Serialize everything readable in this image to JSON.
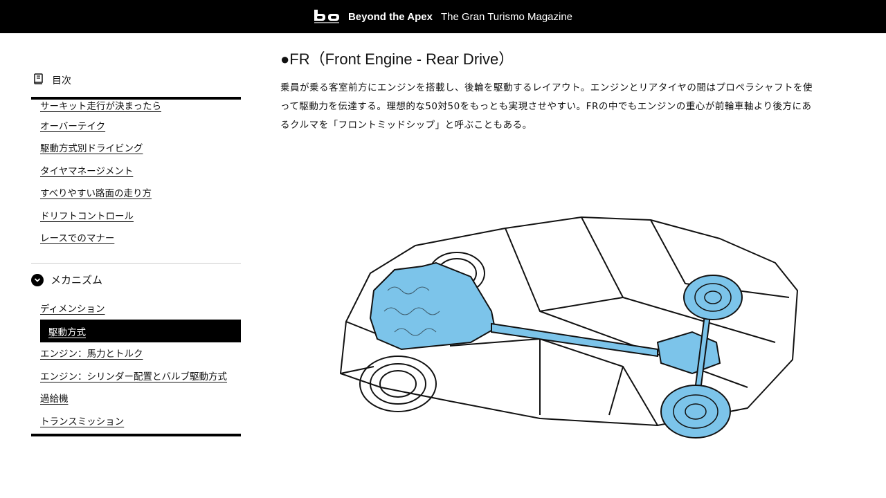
{
  "header": {
    "logo_text": "ba",
    "brand_name": "Beyond the Apex",
    "brand_sub": "The Gran Turismo Magazine"
  },
  "sidebar": {
    "toc_label": "目次",
    "items_top": [
      "サーキット走行が決まったら",
      "オーバーテイク",
      "駆動方式別ドライビング",
      "タイヤマネージメント",
      "すべりやすい路面の走り方",
      "ドリフトコントロール",
      "レースでのマナー"
    ],
    "section_label": "メカニズム",
    "items_section": [
      "ディメンション",
      "駆動方式",
      "エンジン：馬力とトルク",
      "エンジン：シリンダー配置とバルブ駆動方式",
      "過給機",
      "トランスミッション"
    ],
    "active_index": 1
  },
  "main": {
    "title": "●FR（Front Engine - Rear Drive）",
    "paragraph_lines": [
      "乗員が乗る客室前方にエンジンを搭載し、後輪を駆動するレイアウト。エンジンとリアタイヤの間はプロペラシャフトを使",
      "って駆動力を伝達する。理想的な50対50をもっとも実現させやすい。FRの中でもエンジンの重心が前輪車軸より後方にあ",
      "るクルマを「フロントミッドシップ」と呼ぶこともある。"
    ]
  },
  "colors": {
    "header_bg": "#000000",
    "highlight_blue": "#7cc4ea",
    "active_bg": "#000000"
  }
}
